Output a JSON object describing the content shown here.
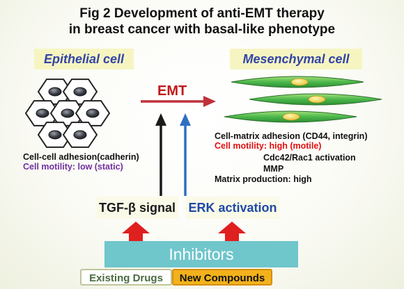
{
  "title": {
    "line1": "Fig 2 Development of anti-EMT therapy",
    "line2": "in breast cancer with basal-like phenotype"
  },
  "epithelial": {
    "label": "Epithelial cell",
    "adhesion": "Cell-cell adhesion(cadherin)",
    "motility": "Cell motility: low (static)"
  },
  "mesenchymal": {
    "label": "Mesenchymal cell",
    "adhesion": "Cell-matrix adhesion (CD44, integrin)",
    "motility": "Cell motility: high (motile)",
    "activation": "Cdc42/Rac1 activation",
    "mmp": "MMP",
    "matrix": "Matrix production: high"
  },
  "emt": "EMT",
  "pathways": {
    "tgf": "TGF-β signal",
    "erk": "ERK activation"
  },
  "inhibitors": "Inhibitors",
  "drugs": {
    "existing": "Existing Drugs",
    "new": "New Compounds"
  },
  "colors": {
    "emt_arrow": "#c0303a",
    "tgf_arrow": "#1a1a1a",
    "erk_arrow": "#2f6fc2",
    "inhibit_arrow": "#e01f1f",
    "hexagon_fill": "#ffffff",
    "nucleus": "#3a3d45",
    "mesenchymal_cell": "#4bb84b",
    "inhibitors_box": "#6fc6cb",
    "new_compounds": "#f3b21b"
  }
}
